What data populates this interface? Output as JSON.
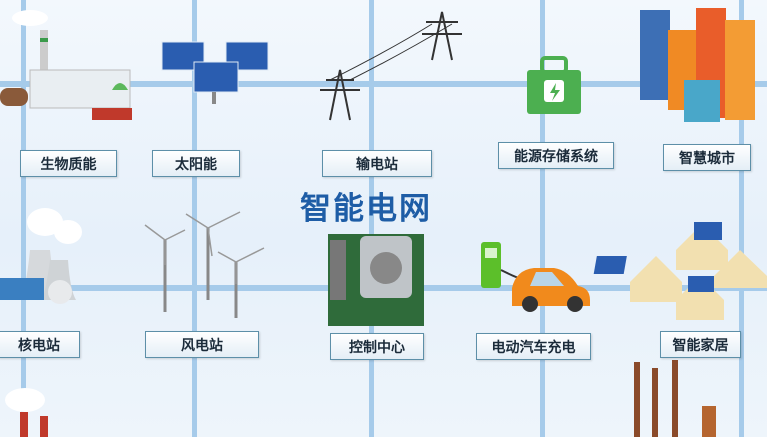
{
  "title": "智能电网",
  "nodes": {
    "biomass": "生物质能",
    "solar": "太阳能",
    "transmission": "输电站",
    "storage": "能源存储系统",
    "smart_city": "智慧城市",
    "nuclear": "核电站",
    "wind": "风电站",
    "control": "控制中心",
    "ev_charging": "电动汽车充电",
    "smart_home": "智能家居"
  },
  "colors": {
    "grid_line": "#a6cbea",
    "title": "#1e5da6",
    "label_border": "#5d8fa8"
  }
}
